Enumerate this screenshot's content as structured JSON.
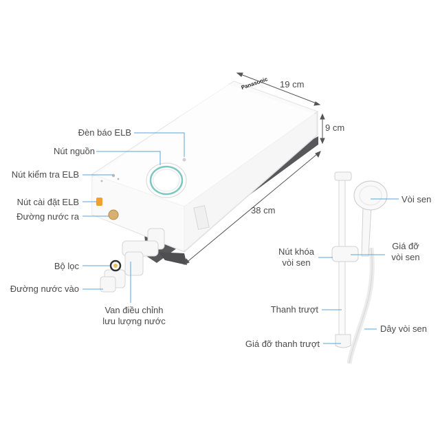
{
  "brand": "Panasonic",
  "colors": {
    "leader": "#5aa3d8",
    "body": "#ffffff",
    "shell": "#5c5c5f",
    "knob_ring": "#7cc8c0",
    "cap": "#f0a030"
  },
  "dimensions": {
    "width": "19 cm",
    "depth": "9 cm",
    "height": "38 cm"
  },
  "labels": {
    "elb_indicator": "Đèn báo ELB",
    "power_button": "Nút nguồn",
    "elb_test_button": "Nút kiểm tra ELB",
    "elb_reset_button": "Nút cài đặt ELB",
    "water_outlet": "Đường nước ra",
    "filter": "Bộ lọc",
    "water_inlet": "Đường nước vào",
    "flow_valve": [
      "Van điều chỉnh",
      "lưu lượng nước"
    ],
    "shower_head": "Vòi sen",
    "lock_button": [
      "Nút khóa",
      "vòi sen"
    ],
    "head_holder": [
      "Giá đỡ",
      "vòi sen"
    ],
    "slide_bar": "Thanh trượt",
    "hose": "Dây vòi sen",
    "bar_holder": "Giá đỡ thanh trượt"
  }
}
